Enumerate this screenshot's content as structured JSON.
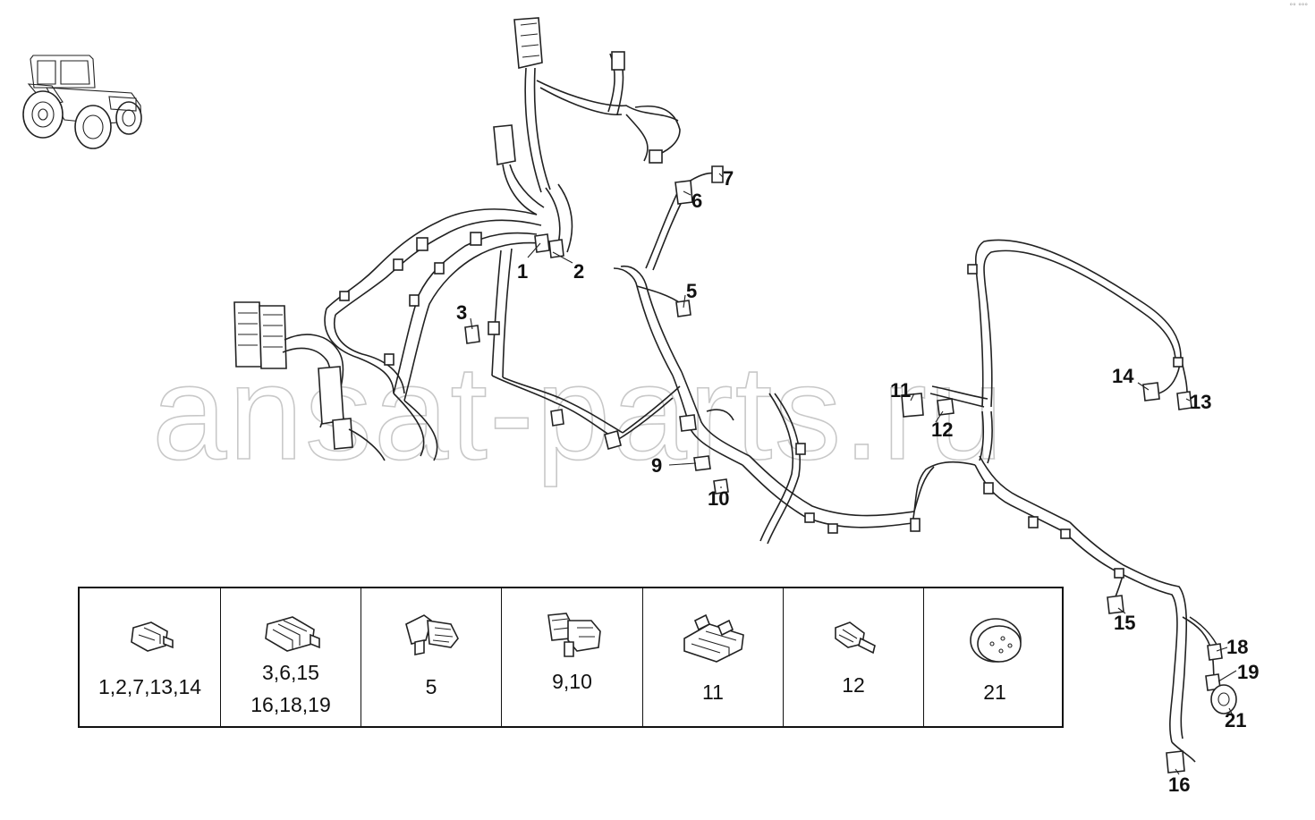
{
  "watermark": "ansat-parts.ru",
  "corner_mark": "°° °°°",
  "callouts": [
    {
      "id": "1",
      "text": "1"
    },
    {
      "id": "2",
      "text": "2"
    },
    {
      "id": "3",
      "text": "3"
    },
    {
      "id": "5",
      "text": "5"
    },
    {
      "id": "6",
      "text": "6"
    },
    {
      "id": "7",
      "text": "7"
    },
    {
      "id": "9",
      "text": "9"
    },
    {
      "id": "10",
      "text": "10"
    },
    {
      "id": "11",
      "text": "11"
    },
    {
      "id": "12",
      "text": "12"
    },
    {
      "id": "13",
      "text": "13"
    },
    {
      "id": "14",
      "text": "14"
    },
    {
      "id": "15",
      "text": "15"
    },
    {
      "id": "16",
      "text": "16"
    },
    {
      "id": "18",
      "text": "18"
    },
    {
      "id": "19",
      "text": "19"
    },
    {
      "id": "21",
      "text": "21"
    }
  ],
  "legend": [
    {
      "lines": [
        "1,2,7,13,14"
      ],
      "icon": "flat-2pin-connector-icon"
    },
    {
      "lines": [
        "3,6,15",
        "16,18,19"
      ],
      "icon": "double-connector-icon"
    },
    {
      "lines": [
        "5"
      ],
      "icon": "angled-plug-icon"
    },
    {
      "lines": [
        "9,10"
      ],
      "icon": "socket-plug-icon"
    },
    {
      "lines": [
        "11"
      ],
      "icon": "wide-multi-pin-connector-icon"
    },
    {
      "lines": [
        "12"
      ],
      "icon": "small-connector-icon"
    },
    {
      "lines": [
        "21"
      ],
      "icon": "round-sensor-icon"
    }
  ]
}
